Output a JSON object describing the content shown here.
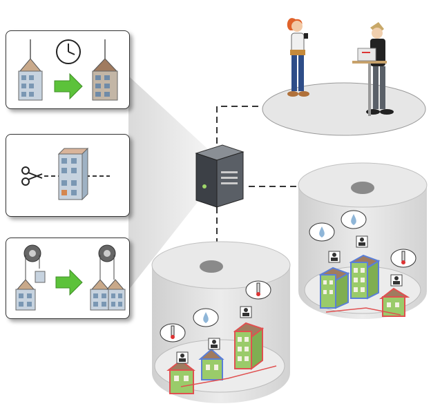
{
  "diagram": {
    "panels": [
      {
        "id": "snapshot",
        "icons": [
          "tower-building-icon",
          "clock-icon",
          "arrow-right-icon",
          "tower-building-icon"
        ]
      },
      {
        "id": "cut",
        "icons": [
          "scissors-icon",
          "building-icon"
        ]
      },
      {
        "id": "scale",
        "icons": [
          "pulley-icon",
          "building-icon",
          "arrow-right-icon",
          "pulley-icon",
          "building-icon"
        ]
      }
    ],
    "server": {
      "icon": "server-icon"
    },
    "users": {
      "icons": [
        "woman-with-phone-icon",
        "man-at-laptop-icon"
      ]
    },
    "sensor_icons": [
      "thermometer-icon",
      "water-drop-icon",
      "person-icon"
    ],
    "colors": {
      "arrow": "#5cc23a",
      "cylinder": "#e4e4e4",
      "building_green": "#9acb6a",
      "outline_red": "#e05050",
      "outline_blue": "#5a7fd8"
    }
  }
}
